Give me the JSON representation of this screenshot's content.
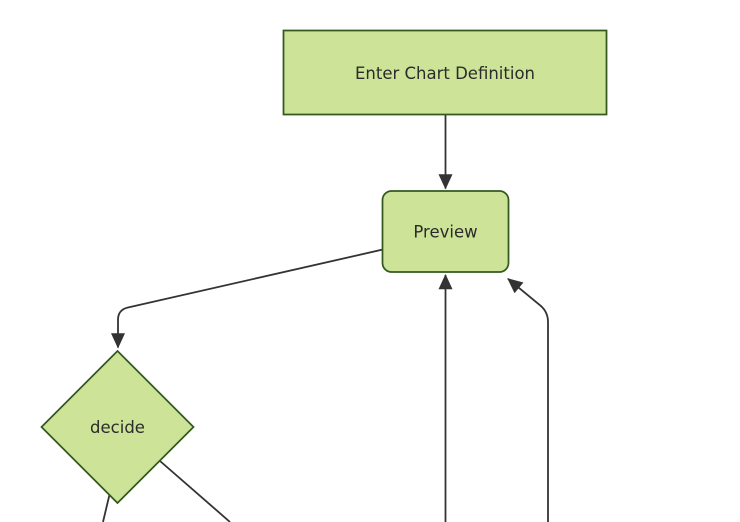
{
  "diagram": {
    "type": "flowchart",
    "direction": "top-down",
    "colors": {
      "node_fill": "#cde498",
      "node_border": "#33591f",
      "edge_color": "#333333",
      "text_color": "#2b2b2b",
      "background": "#ffffff"
    },
    "nodes": [
      {
        "id": "enter-chart-definition",
        "label": "Enter Chart Definition",
        "shape": "rectangle"
      },
      {
        "id": "preview",
        "label": "Preview",
        "shape": "rounded-rectangle"
      },
      {
        "id": "decide",
        "label": "decide",
        "shape": "diamond"
      }
    ],
    "edges": [
      {
        "from": "enter-chart-definition",
        "to": "preview",
        "arrow": true
      },
      {
        "from": "preview",
        "to": "decide",
        "arrow": true
      },
      {
        "from": "offscreen-bottom-1",
        "to": "preview",
        "arrow": true
      },
      {
        "from": "offscreen-bottom-2",
        "to": "preview",
        "arrow": true
      },
      {
        "from": "decide",
        "to": "offscreen-bottom-left",
        "arrow": false
      },
      {
        "from": "decide",
        "to": "offscreen-bottom-right",
        "arrow": false
      }
    ]
  }
}
